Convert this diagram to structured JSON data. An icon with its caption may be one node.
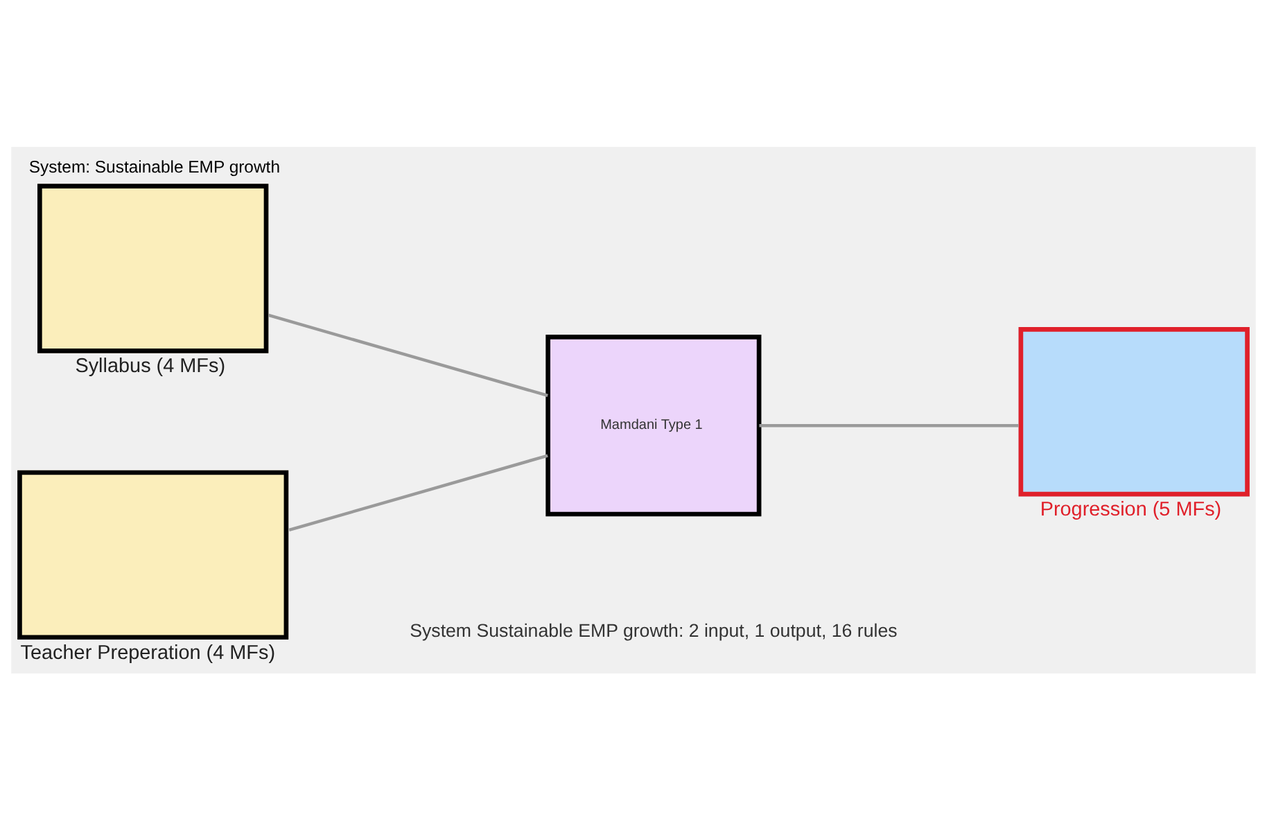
{
  "diagram": {
    "title": "System: Sustainable EMP growth",
    "caption": "System Sustainable EMP growth: 2 input, 1 output, 16 rules",
    "nodes": [
      {
        "text": [
          "Syllabus (4 MFs)"
        ]
      },
      {
        "text": [
          "Teacher Preperation (4 MFs)"
        ]
      },
      {
        "text": [
          "Mamdani Type 1"
        ]
      },
      {
        "text": [
          "Progression (5 MFs)"
        ]
      }
    ],
    "edges": [
      {
        "from": 0,
        "to": 2,
        "arrow": "none"
      },
      {
        "from": 1,
        "to": 2,
        "arrow": "none"
      },
      {
        "from": 2,
        "to": 3,
        "arrow": "none"
      }
    ]
  }
}
